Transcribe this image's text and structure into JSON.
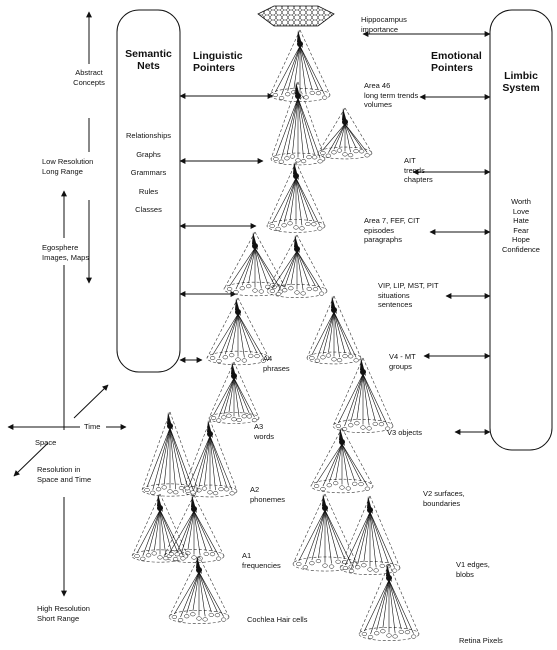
{
  "semantic_column": {
    "title": [
      "Semantic",
      "Nets"
    ],
    "items": [
      "Relationships",
      "Graphs",
      "Grammars",
      "Rules",
      "Classes"
    ]
  },
  "headers": {
    "linguistic": [
      "Linguistic",
      "Pointers"
    ],
    "emotional": [
      "Emotional",
      "Pointers"
    ],
    "limbic": [
      "Limbic",
      "System"
    ]
  },
  "limbic_items": [
    "Worth",
    "Love",
    "Hate",
    "Fear",
    "Hope",
    "Confidence"
  ],
  "left_axis": {
    "abstract": [
      "Abstract",
      "Concepts"
    ],
    "low_res": [
      "Low Resolution",
      "Long Range"
    ],
    "egosphere": [
      "Egosphere",
      "Images, Maps"
    ],
    "time": "Time",
    "space": "Space",
    "resolution": [
      "Resolution in",
      "Space and Time"
    ],
    "high_res": [
      "High Resolution",
      "Short Range"
    ]
  },
  "hierarchy_labels": {
    "hippocampus": [
      "Hippocampus",
      "importance"
    ],
    "area46": [
      "Area 46",
      "long term trends",
      "volumes"
    ],
    "ait": [
      "AIT",
      "trends",
      "chapters"
    ],
    "area7": [
      "Area 7, FEF, CIT",
      "episodes",
      "paragraphs"
    ],
    "vip": [
      "VIP, LIP, MST, PIT",
      "situations",
      "sentences"
    ],
    "v4": [
      "V4 - MT",
      "groups"
    ],
    "v3": "V3 objects",
    "v2": [
      "V2 surfaces,",
      "boundaries"
    ],
    "v1": [
      "V1 edges,",
      "blobs"
    ],
    "retina": "Retina  Pixels"
  },
  "linguistic_labels": {
    "a4": [
      "A4",
      "phrases"
    ],
    "a3": [
      "A3",
      "words"
    ],
    "a2": [
      "A2",
      "phonemes"
    ],
    "a1": [
      "A1",
      "frequencies"
    ],
    "cochlea": "Cochlea  Hair cells"
  }
}
